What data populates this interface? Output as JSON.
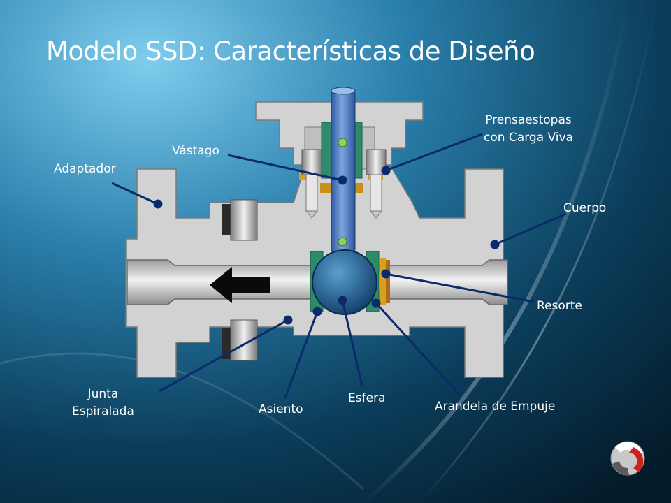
{
  "slide": {
    "title": "Modelo SSD: Características de Diseño"
  },
  "labels": {
    "vastago": "Vástago",
    "prensaestopas_line1": "Prensaestopas",
    "prensaestopas_line2": "con Carga Viva",
    "adaptador": "Adaptador",
    "cuerpo": "Cuerpo",
    "resorte": "Resorte",
    "junta_line1": "Junta",
    "junta_line2": "Espiralada",
    "asiento": "Asiento",
    "esfera": "Esfera",
    "arandela": "Arandela de Empuje"
  },
  "colors": {
    "background_dark": "#06283a",
    "background_light": "#4fa7cf",
    "steel": "#d0d0d0",
    "ball": "#1e5f8e",
    "stem": "#4a78c0",
    "packing_green": "#2e8a6a",
    "leader_line": "#0b2a6b",
    "gold": "#d8a020"
  },
  "icons": {
    "flow_direction": "left-arrow-icon",
    "logo": "company-logo-icon"
  }
}
